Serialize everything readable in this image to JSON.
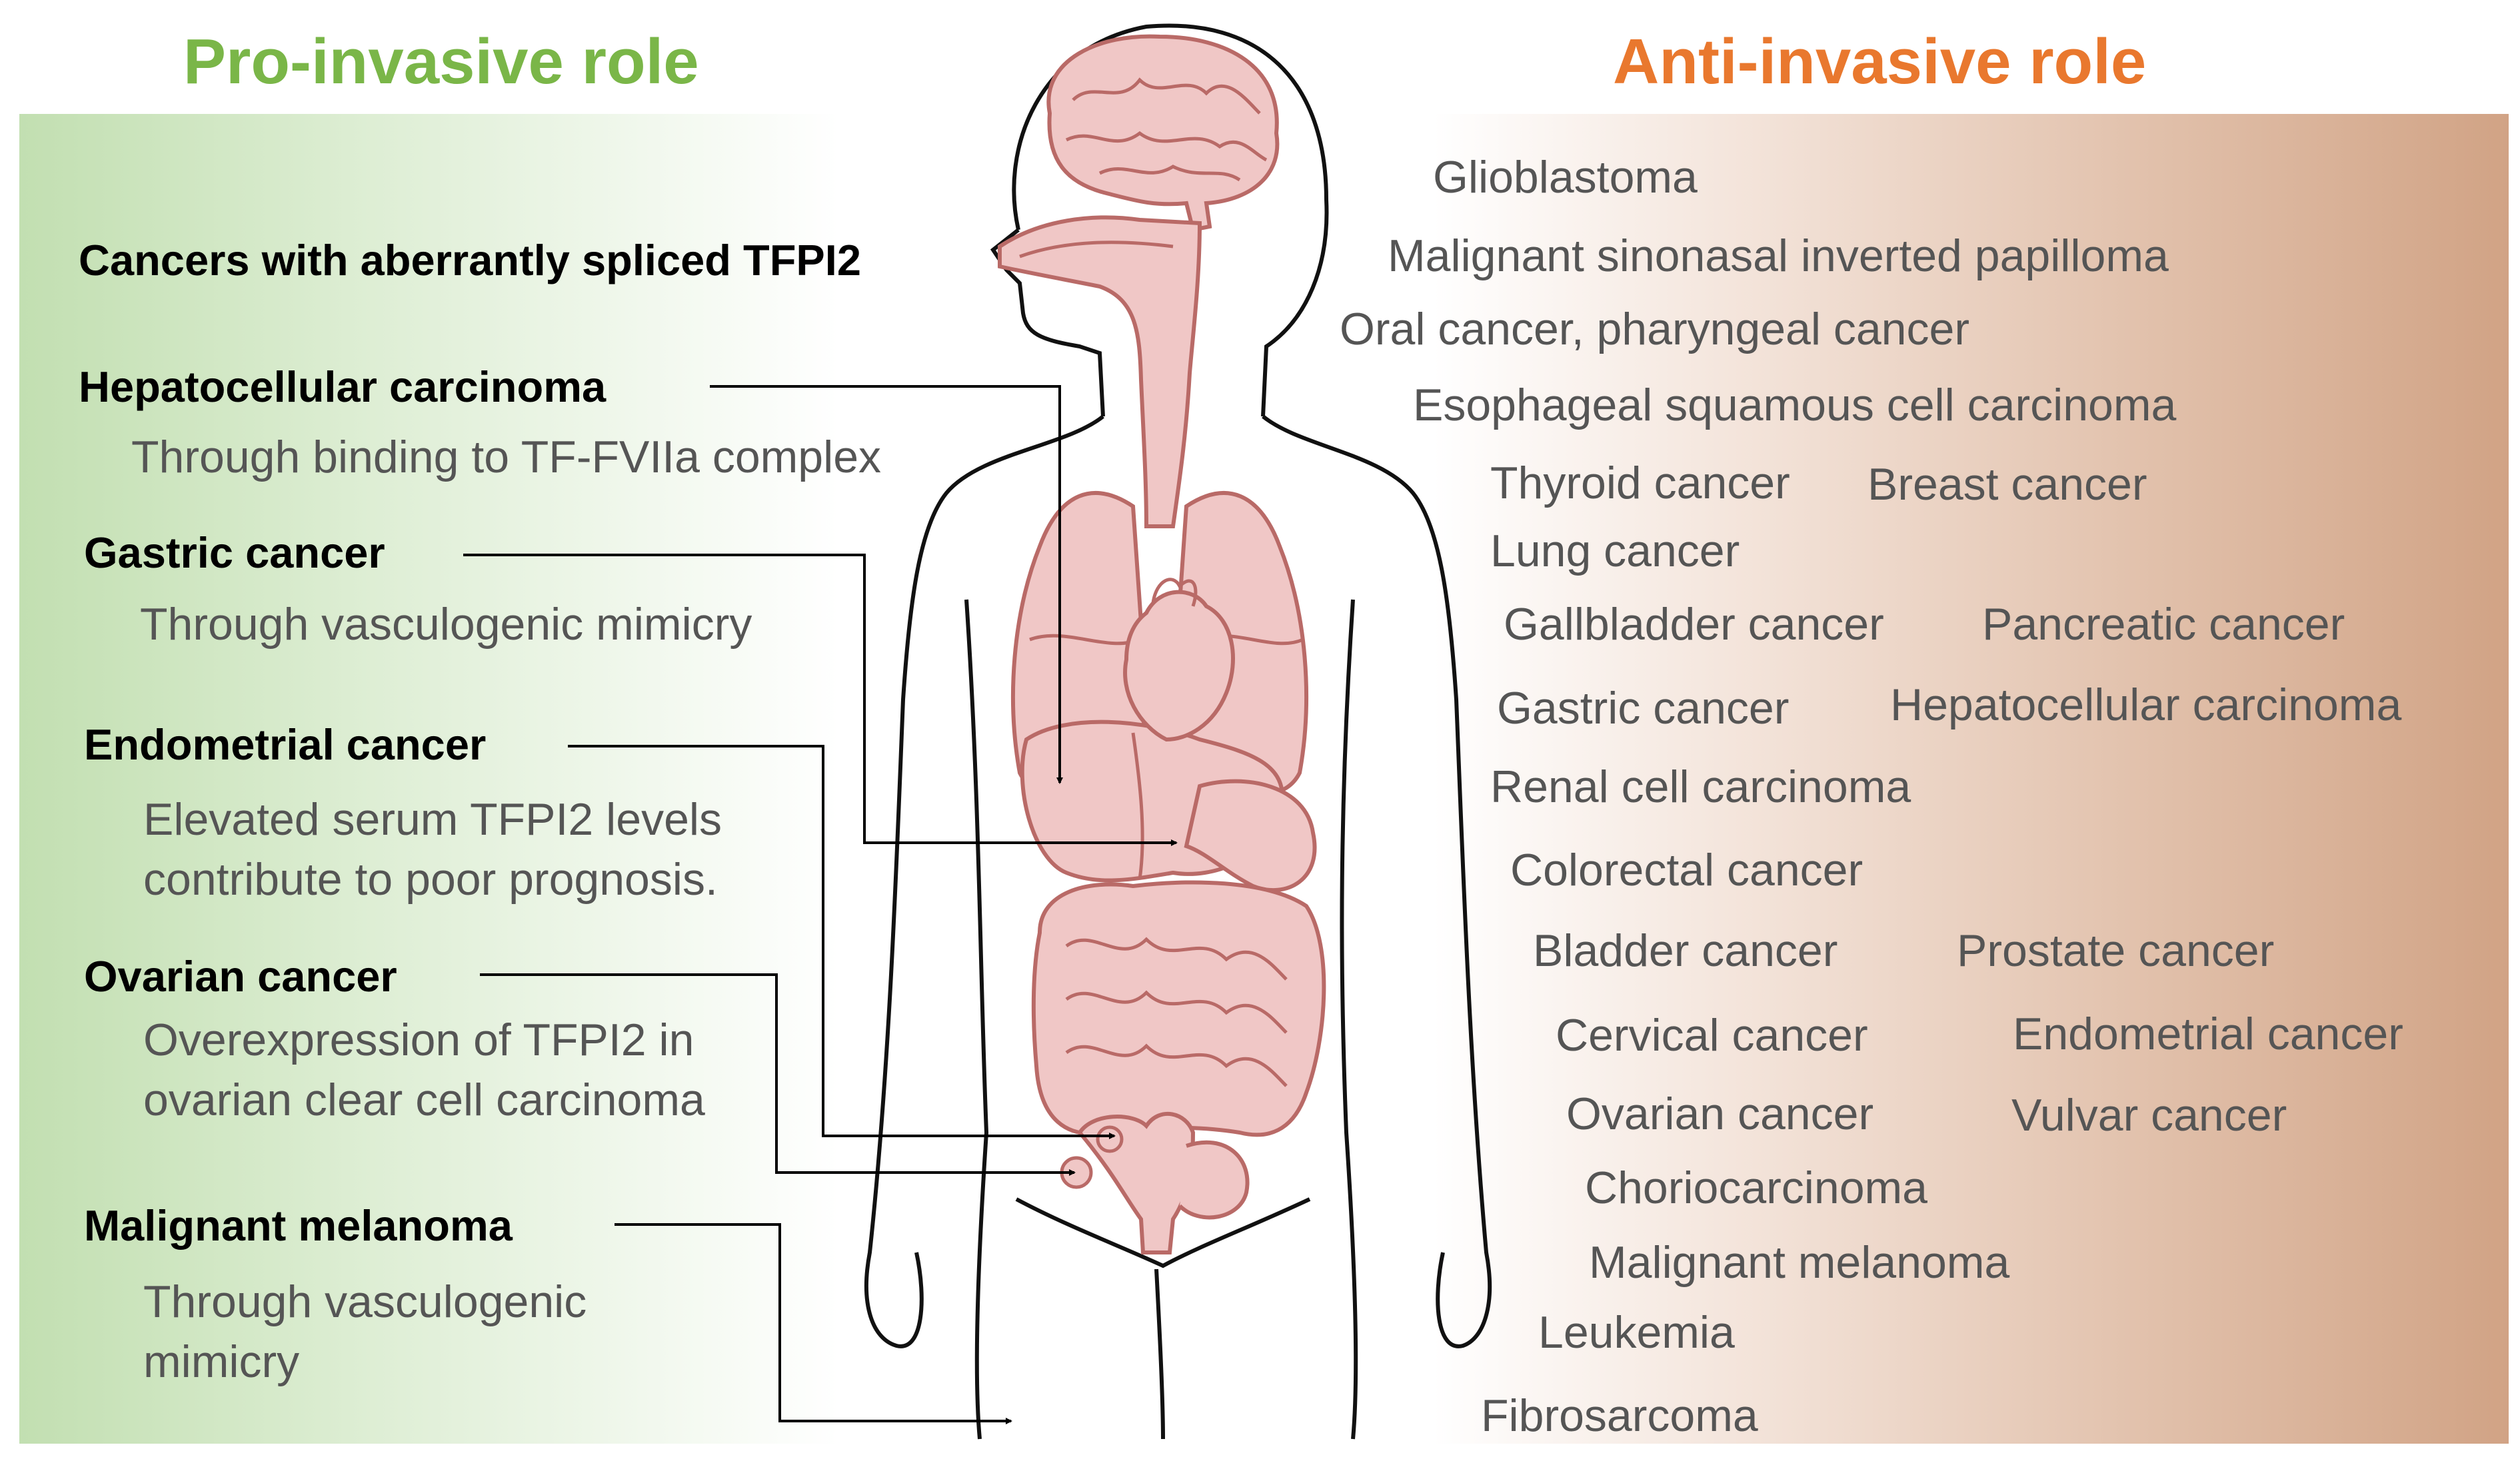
{
  "headers": {
    "pro": "Pro-invasive role",
    "anti": "Anti-invasive role"
  },
  "colors": {
    "pro_header": "#7ab648",
    "anti_header": "#e9782e",
    "pro_panel": "#c2dfb1",
    "anti_panel": "#d1a385",
    "organ_fill": "#f0c7c6",
    "organ_stroke": "#b96a67"
  },
  "pro_invasive": {
    "aberrant": "Cancers with aberrantly spliced TFPI2",
    "hcc": {
      "title": "Hepatocellular carcinoma",
      "desc_1": "Through binding to TF-FVIIa complex"
    },
    "gastric": {
      "title": "Gastric cancer",
      "desc_1": "Through vasculogenic mimicry"
    },
    "endometrial": {
      "title": "Endometrial cancer",
      "desc_1": "Elevated serum TFPI2 levels",
      "desc_2": "contribute to poor prognosis."
    },
    "ovarian": {
      "title": "Ovarian cancer",
      "desc_1": "Overexpression of TFPI2 in",
      "desc_2": "ovarian clear cell carcinoma"
    },
    "melanoma": {
      "title": "Malignant melanoma",
      "desc_1": "Through vasculogenic",
      "desc_2": "mimicry"
    }
  },
  "anti_invasive": [
    "Glioblastoma",
    "Malignant sinonasal inverted papilloma",
    "Oral cancer, pharyngeal cancer",
    "Esophageal squamous cell carcinoma",
    "Thyroid cancer",
    "Breast cancer",
    "Lung cancer",
    "Gallbladder cancer",
    "Pancreatic cancer",
    "Gastric cancer",
    "Hepatocellular carcinoma",
    "Renal cell carcinoma",
    "Colorectal cancer",
    "Bladder cancer",
    "Prostate cancer",
    "Cervical cancer",
    "Endometrial cancer",
    "Ovarian cancer",
    "Vulvar cancer",
    "Choriocarcinoma",
    "Malignant melanoma",
    "Leukemia",
    "Fibrosarcoma"
  ]
}
